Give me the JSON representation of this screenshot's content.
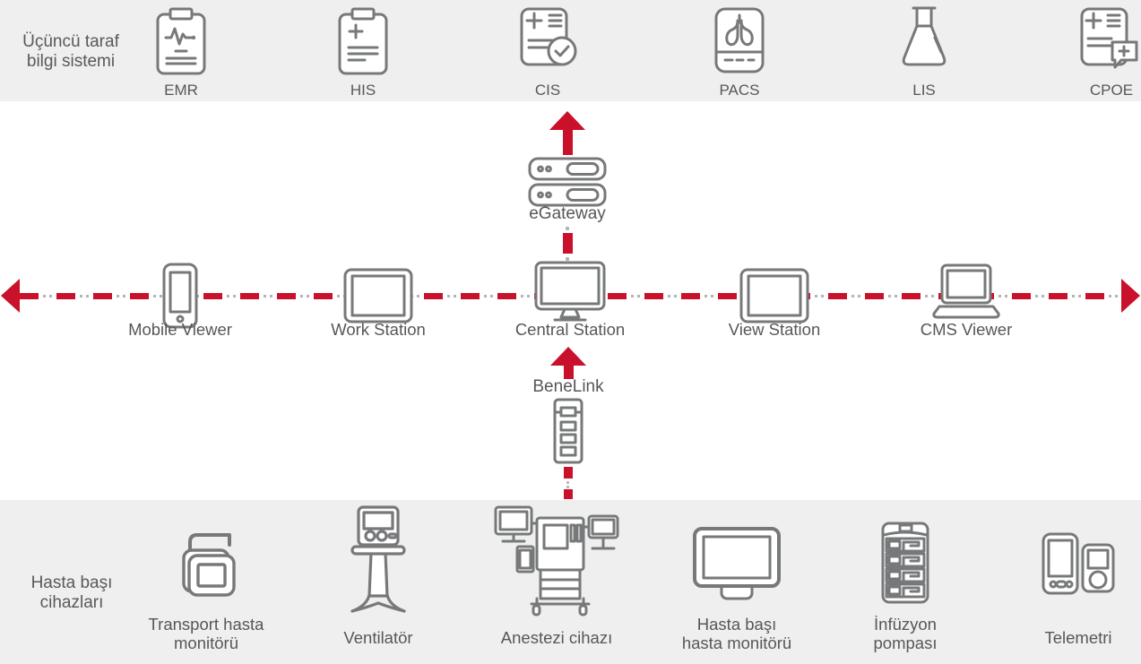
{
  "colors": {
    "accent_red": "#c9112b",
    "icon_gray": "#77787a",
    "text_gray": "#58595b",
    "band_bg": "#efefef",
    "dot_gray": "#b4b4b4"
  },
  "top_band": {
    "title_line1": "Üçüncü taraf",
    "title_line2": "bilgi sistemi",
    "systems": [
      {
        "label": "EMR",
        "icon": "clipboard-ecg-icon"
      },
      {
        "label": "HIS",
        "icon": "clipboard-plus-icon"
      },
      {
        "label": "CIS",
        "icon": "document-check-icon"
      },
      {
        "label": "PACS",
        "icon": "lungs-display-icon"
      },
      {
        "label": "LIS",
        "icon": "lab-flask-icon"
      },
      {
        "label": "CPOE",
        "icon": "order-entry-icon"
      }
    ]
  },
  "gateway": {
    "label": "eGateway",
    "icon": "server-stack-icon"
  },
  "network": {
    "devices": [
      {
        "label": "Mobile Viewer",
        "icon": "smartphone-icon"
      },
      {
        "label": "Work Station",
        "icon": "tablet-icon"
      },
      {
        "label": "Central Station",
        "icon": "desktop-monitor-icon"
      },
      {
        "label": "View Station",
        "icon": "tablet-icon"
      },
      {
        "label": "CMS Viewer",
        "icon": "laptop-icon"
      }
    ]
  },
  "benelink": {
    "label": "BeneLink",
    "icon": "module-rack-icon"
  },
  "bottom_band": {
    "title_line1": "Hasta başı",
    "title_line2": "cihazları",
    "devices": [
      {
        "label_line1": "Transport hasta",
        "label_line2": "monitörü",
        "icon": "transport-monitor-icon"
      },
      {
        "label_line1": "Ventilatör",
        "label_line2": "",
        "icon": "ventilator-icon"
      },
      {
        "label_line1": "Anestezi cihazı",
        "label_line2": "",
        "icon": "anesthesia-machine-icon"
      },
      {
        "label_line1": "Hasta başı",
        "label_line2": "hasta monitörü",
        "icon": "bedside-monitor-icon"
      },
      {
        "label_line1": "İnfüzyon",
        "label_line2": "pompası",
        "icon": "infusion-pump-icon"
      },
      {
        "label_line1": "Telemetri",
        "label_line2": "",
        "icon": "telemetry-icon"
      }
    ]
  }
}
